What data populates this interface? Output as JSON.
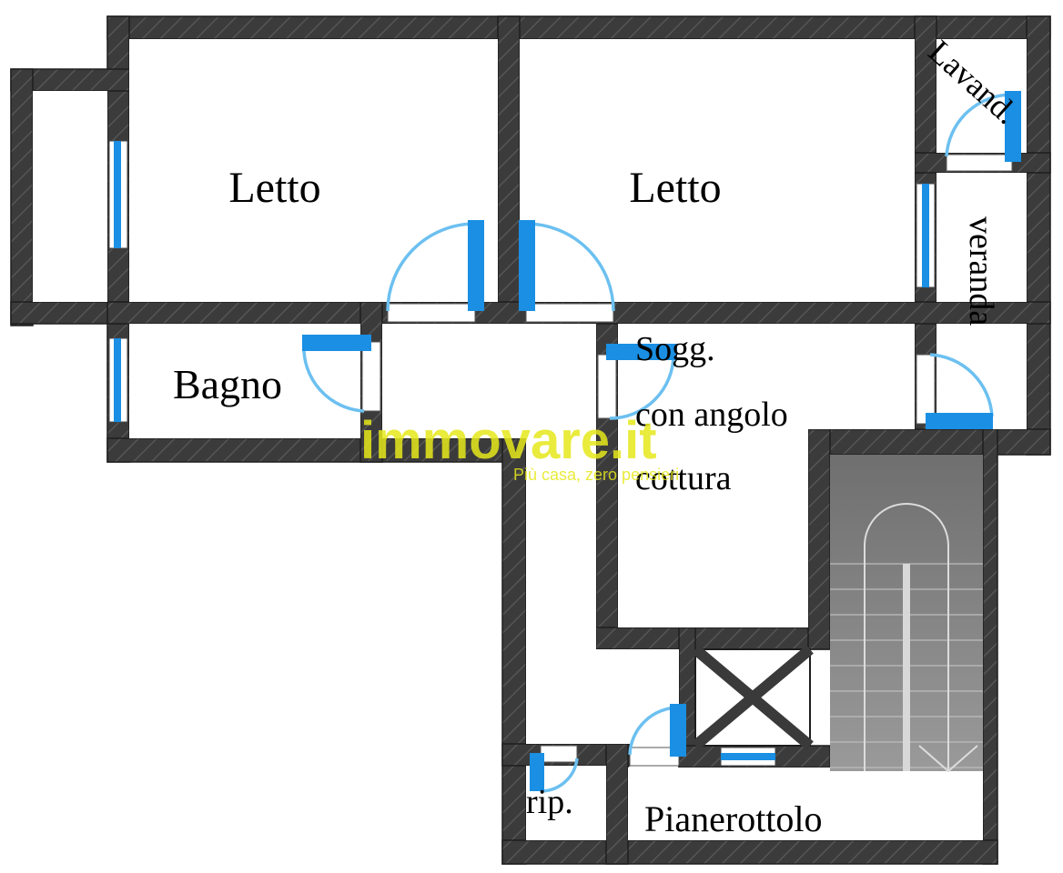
{
  "rooms": {
    "letto_left": "Letto",
    "letto_right": "Letto",
    "bagno": "Bagno",
    "lavanderia": "Lavand.",
    "veranda": "veranda",
    "soggiorno_line1": "Sogg.",
    "soggiorno_line2": "con angolo",
    "soggiorno_line3": "cottura",
    "ripostiglio": "rip.",
    "pianerottolo": "Pianerottolo"
  },
  "watermark": {
    "brand": "immovare.it",
    "tagline": "Più casa, zero pensieri"
  },
  "colors": {
    "wall": "#3a3a3a",
    "wall_edge": "#1e1e1e",
    "window": "#1a8fe3",
    "door_arc": "#6cc0f0",
    "stair": "#8a8a8a",
    "watermark": "#e6e81c"
  }
}
